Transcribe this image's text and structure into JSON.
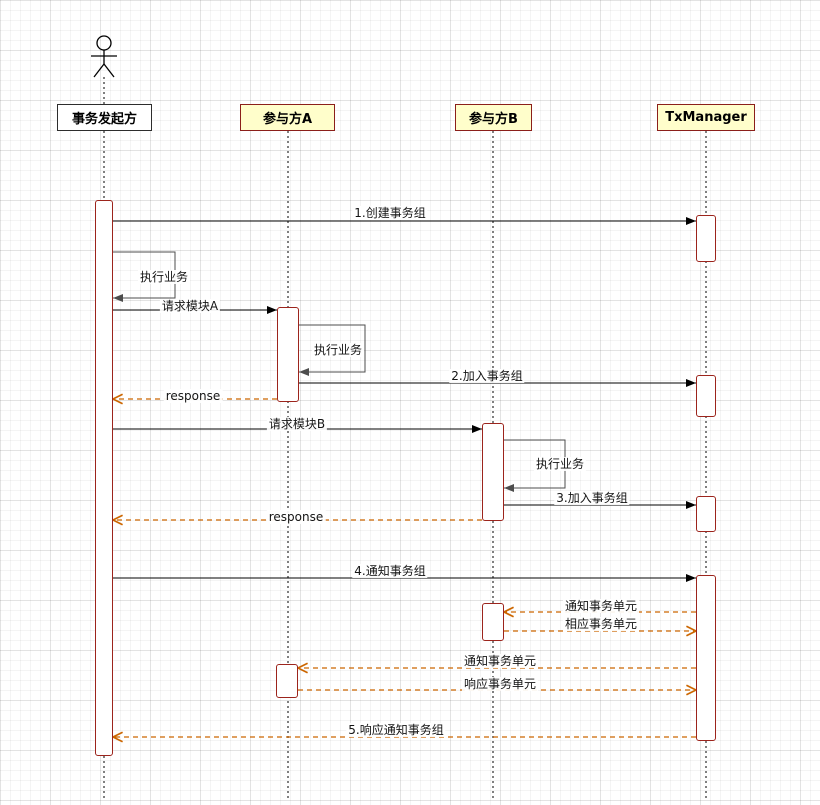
{
  "diagram": {
    "type": "uml-sequence",
    "participants": [
      {
        "id": "initiator",
        "label": "事务发起方",
        "fill": "#ffffff",
        "border": "#2d2d2d"
      },
      {
        "id": "participant-a",
        "label": "参与方A",
        "fill": "#fffecb",
        "border": "#8b1f1a"
      },
      {
        "id": "participant-b",
        "label": "参与方B",
        "fill": "#fffecb",
        "border": "#8b1f1a"
      },
      {
        "id": "txmanager",
        "label": "TxManager",
        "fill": "#fffecb",
        "border": "#8b1f1a"
      }
    ],
    "actor": {
      "icon": "stick-figure-actor",
      "attached_to": "initiator"
    },
    "messages": [
      {
        "label": "1.创建事务组",
        "type": "solid",
        "from": "initiator",
        "to": "txmanager"
      },
      {
        "label": "执行业务",
        "type": "self",
        "on": "initiator"
      },
      {
        "label": "请求模块A",
        "type": "solid",
        "from": "initiator",
        "to": "participant-a"
      },
      {
        "label": "执行业务",
        "type": "self",
        "on": "participant-a"
      },
      {
        "label": "2.加入事务组",
        "type": "solid",
        "from": "participant-a",
        "to": "txmanager"
      },
      {
        "label": "response",
        "type": "dashed",
        "from": "participant-a",
        "to": "initiator"
      },
      {
        "label": "请求模块B",
        "type": "solid",
        "from": "initiator",
        "to": "participant-b"
      },
      {
        "label": "执行业务",
        "type": "self",
        "on": "participant-b"
      },
      {
        "label": "3.加入事务组",
        "type": "solid",
        "from": "participant-b",
        "to": "txmanager"
      },
      {
        "label": "response",
        "type": "dashed",
        "from": "participant-b",
        "to": "initiator"
      },
      {
        "label": "4.通知事务组",
        "type": "solid",
        "from": "initiator",
        "to": "txmanager"
      },
      {
        "label": "通知事务单元",
        "type": "dashed",
        "from": "txmanager",
        "to": "participant-b"
      },
      {
        "label": "相应事务单元",
        "type": "dashed",
        "from": "participant-b",
        "to": "txmanager"
      },
      {
        "label": "通知事务单元",
        "type": "dashed",
        "from": "txmanager",
        "to": "participant-a"
      },
      {
        "label": "响应事务单元",
        "type": "dashed",
        "from": "participant-a",
        "to": "txmanager"
      },
      {
        "label": "5.响应通知事务组",
        "type": "dashed",
        "from": "txmanager",
        "to": "initiator"
      }
    ],
    "colors": {
      "solid_arrow": "#000000",
      "dashed_arrow": "#cc6600",
      "self_message": "#4d4d4d",
      "activation_fill": "#ffffff",
      "activation_border": "#9c241c",
      "participant_fill_yellow": "#fffecb",
      "participant_border_red": "#8b1f1a",
      "grid_background": "#ffffff"
    }
  }
}
